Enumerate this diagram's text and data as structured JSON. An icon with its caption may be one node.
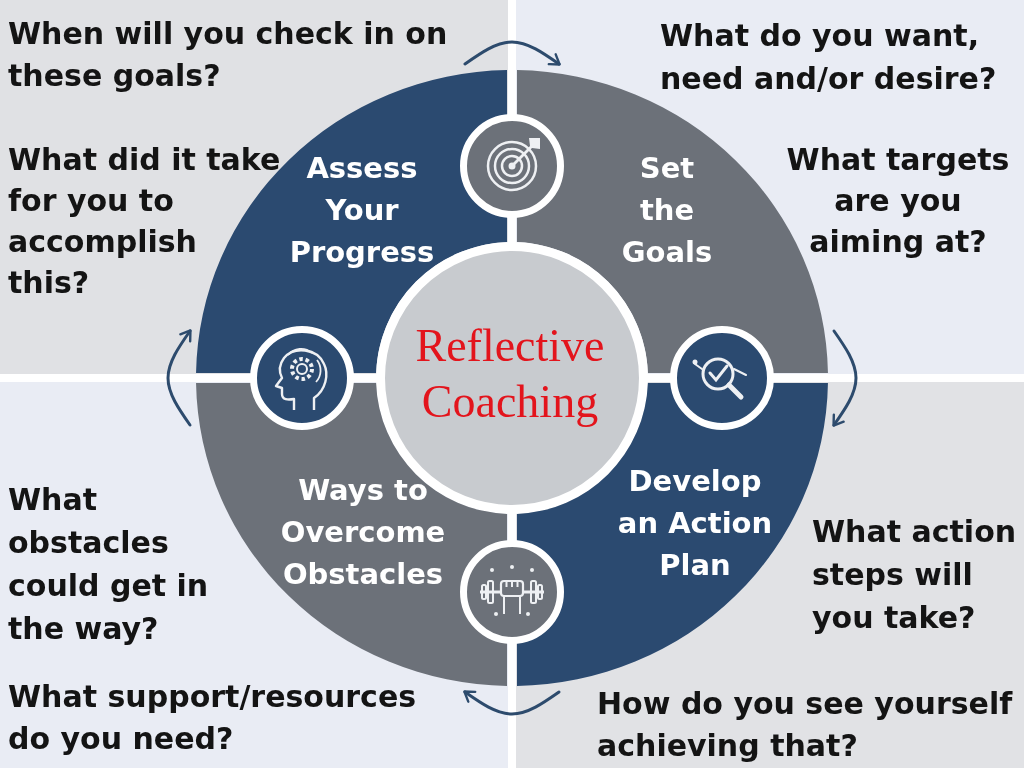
{
  "diagram": {
    "nodes": [
      {
        "text": [
          "Assess Your Progress"
        ],
        "beside": [
          "When will you check in on these goals?",
          "What did it take for you to accomplish this?"
        ]
      },
      {
        "text": [
          "Set the Goals"
        ],
        "beside": [
          "What do you want, need and/or desire?",
          "What targets are you aiming at?"
        ]
      },
      {
        "text": [
          "Reflective Coaching"
        ]
      },
      {
        "text": [
          "Ways to Overcome Obstacles"
        ],
        "beside": [
          "What obstacles could get in the way?",
          "What support/resources do you need?"
        ]
      },
      {
        "text": [
          "Develop an Action Plan"
        ],
        "beside": [
          "What action steps will you take?",
          "How do you see yourself achieving that?"
        ]
      }
    ],
    "edges": [
      {
        "from": 0,
        "to": 1,
        "arrow": "to"
      },
      {
        "from": 1,
        "to": 4,
        "arrow": "to"
      },
      {
        "from": 4,
        "to": 3,
        "arrow": "to"
      },
      {
        "from": 3,
        "to": 0,
        "arrow": "to"
      }
    ]
  }
}
